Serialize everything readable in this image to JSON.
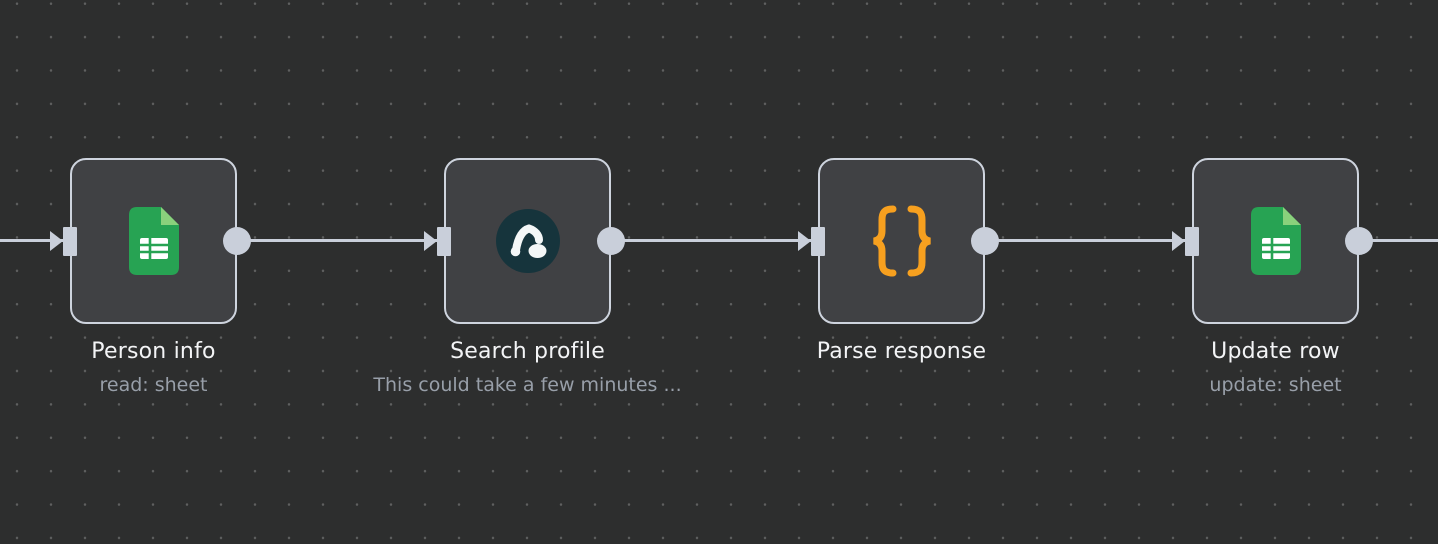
{
  "app": "workflow-canvas",
  "colors": {
    "canvas-bg": "#2d2e2e",
    "grid-dot": "#5f6060",
    "node-fill": "#404144",
    "node-border": "#ced4de",
    "connector": "#c9cfda",
    "title-text": "#f3f4f6",
    "subtitle-text": "#989fa9",
    "sheets-green": "#27a353",
    "sheets-green-light": "#8ad17c",
    "profile-icon-bg": "#16343c",
    "profile-icon-fg": "#f4f7f7",
    "code-orange": "#f7a01f"
  },
  "nodes": [
    {
      "title": "Person info",
      "subtitle": "read: sheet",
      "icon": "google-sheets-icon"
    },
    {
      "title": "Search profile",
      "subtitle": "This could take a few minutes ...",
      "icon": "profile-search-logo-icon"
    },
    {
      "title": "Parse response",
      "subtitle": "",
      "icon": "curly-braces-icon"
    },
    {
      "title": "Update row",
      "subtitle": "update: sheet",
      "icon": "google-sheets-icon"
    }
  ],
  "connections": [
    {
      "from": "offscreen-left",
      "to": "Person info"
    },
    {
      "from": "Person info",
      "to": "Search profile"
    },
    {
      "from": "Search profile",
      "to": "Parse response"
    },
    {
      "from": "Parse response",
      "to": "Update row"
    },
    {
      "from": "Update row",
      "to": "offscreen-right"
    }
  ]
}
